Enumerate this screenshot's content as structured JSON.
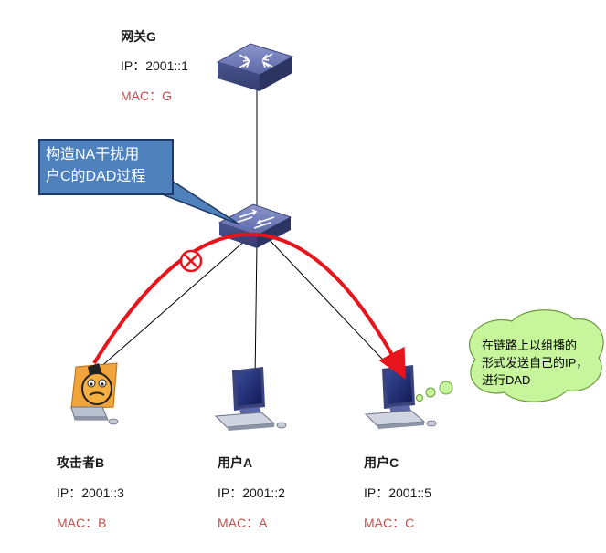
{
  "gateway": {
    "name": "网关G",
    "ip": "IP：2001::1",
    "mac": "MAC：G"
  },
  "attacker": {
    "name": "攻击者B",
    "ip": "IP：2001::3",
    "mac": "MAC：B"
  },
  "user_a": {
    "name": "用户A",
    "ip": "IP：2001::2",
    "mac": "MAC：A"
  },
  "user_c": {
    "name": "用户C",
    "ip": "IP：2001::5",
    "mac": "MAC：C"
  },
  "callout": {
    "line1": "构造NA干扰用",
    "line2": "户C的DAD过程"
  },
  "thought": {
    "line1": "在链路上以组播的",
    "line2": "形式发送自己的IP，",
    "line3": "进行DAD"
  },
  "colors": {
    "attack_arrow": "#e8141b",
    "label_red": "#c0504d",
    "callout_fill": "#4f81bd",
    "thought_fill": "#c6f59c",
    "device_blue": "#5b67a8"
  },
  "icons": [
    "router-icon",
    "switch-icon",
    "attacker-icon",
    "computer-icon",
    "blocked-icon"
  ]
}
